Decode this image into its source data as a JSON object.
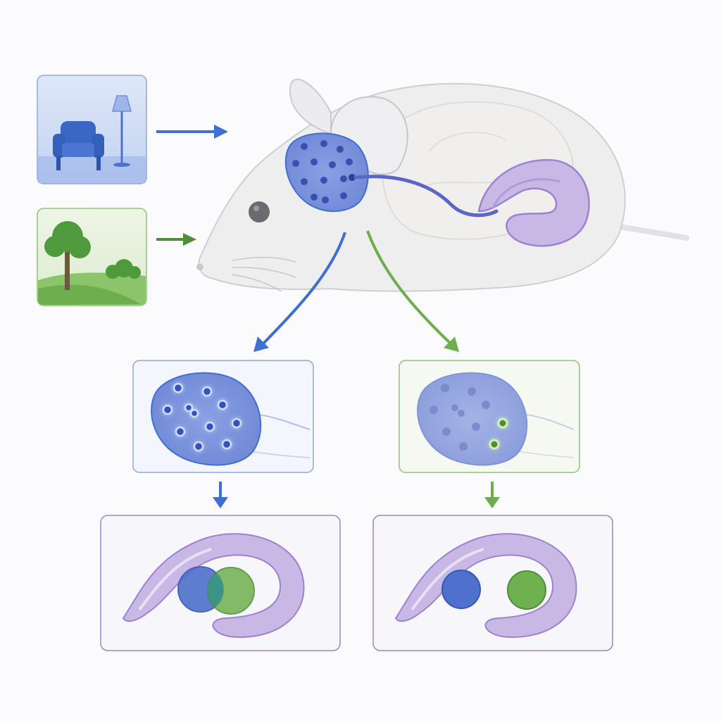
{
  "colors": {
    "background": "#fbfbfd",
    "indoor_blue": "#3f6fd0",
    "indoor_blue_dark": "#2f58b8",
    "outdoor_green": "#6fae4f",
    "outdoor_green_dark": "#4e8e38",
    "hippocampus_purple": "#b9a6dc",
    "hippocampus_outline": "#8e72c6",
    "dentate_fill": "#7f95dc",
    "mouse_body": "#eeeeef",
    "mouse_outline": "#c9c9cc"
  },
  "icons": {
    "indoor_scene": "armchair-and-floor-lamp-icon",
    "outdoor_scene": "tree-and-bush-landscape-icon",
    "arrow": "arrow-right-icon"
  },
  "scenes": [
    {
      "id": "indoor",
      "icon": "armchair-and-floor-lamp-icon",
      "color": "#3f6fd0"
    },
    {
      "id": "outdoor",
      "icon": "tree-and-bush-landscape-icon",
      "color": "#4e8e38"
    }
  ],
  "panels": {
    "indoor_dentate_active_cells": 11,
    "outdoor_dentate_active_cells": 2,
    "indoor_ensemble_overlap": "overlapping",
    "outdoor_ensemble_overlap": "separated"
  }
}
